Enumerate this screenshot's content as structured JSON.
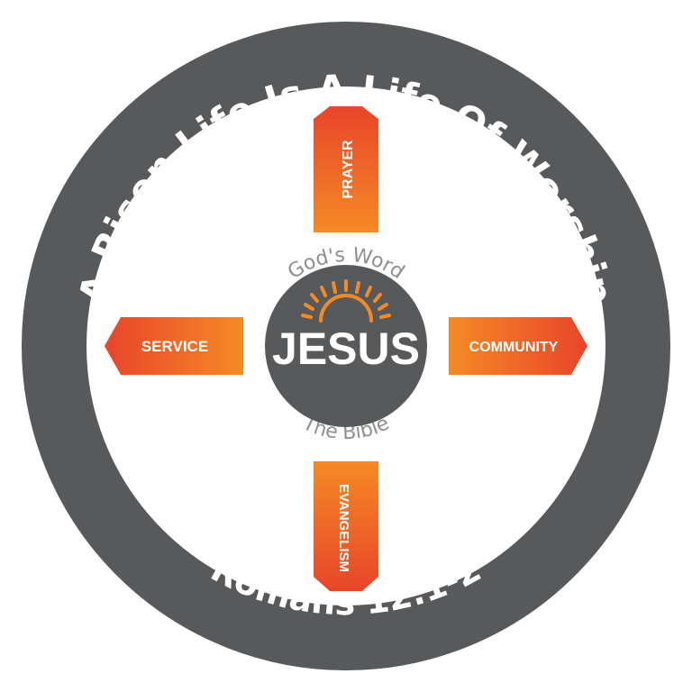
{
  "ring": {
    "top_text": "A Risen Life Is A Life Of Worship",
    "bottom_text": "Romans 12:1-2"
  },
  "center": {
    "label": "JESUS",
    "top_arc_text": "God's Word",
    "bottom_arc_text": "The Bible"
  },
  "arms": {
    "top": "PRAYER",
    "left": "SERVICE",
    "right": "COMMUNITY",
    "bottom": "EVANGELISM"
  },
  "colors": {
    "ring": "#58595b",
    "center": "#58595b",
    "accent_dark": "#e8452a",
    "accent_light": "#f58a25",
    "arc_text": "#8e8f91"
  },
  "icons": {
    "sunrise": "sunrise-icon"
  }
}
